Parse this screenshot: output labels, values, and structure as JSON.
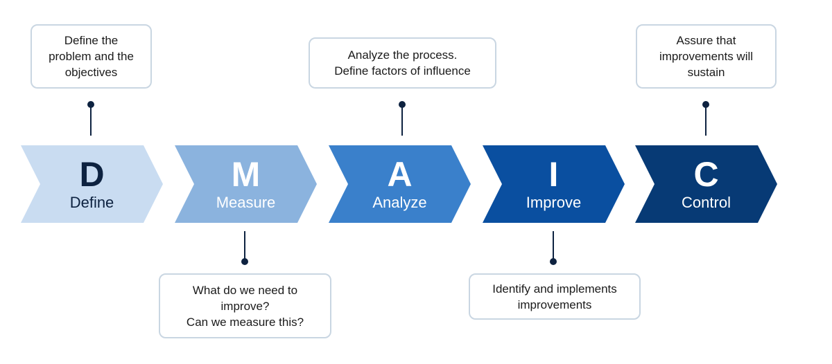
{
  "colors": {
    "connector": "#0d2240",
    "callout_border": "#c9d6e2"
  },
  "steps": [
    {
      "letter": "D",
      "label": "Define",
      "color": "#c9dcf1",
      "text_color": "#0d2240",
      "note": [
        "Define the",
        "problem and the",
        "objectives"
      ]
    },
    {
      "letter": "M",
      "label": "Measure",
      "color": "#8bb3de",
      "text_color": "#ffffff",
      "note": [
        "What do we need to",
        "improve?",
        "Can we measure this?"
      ]
    },
    {
      "letter": "A",
      "label": "Analyze",
      "color": "#3a80cb",
      "text_color": "#ffffff",
      "note": [
        "Analyze the process.",
        "Define factors of influence"
      ]
    },
    {
      "letter": "I",
      "label": "Improve",
      "color": "#0a4fa0",
      "text_color": "#ffffff",
      "note": [
        "Identify and implements",
        "improvements"
      ]
    },
    {
      "letter": "C",
      "label": "Control",
      "color": "#073a75",
      "text_color": "#ffffff",
      "note": [
        "Assure that",
        "improvements will",
        "sustain"
      ]
    }
  ]
}
